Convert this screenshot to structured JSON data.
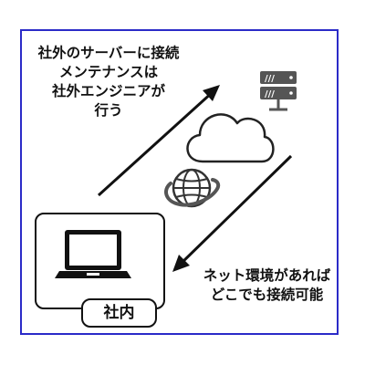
{
  "top_text": {
    "line1": "社外のサーバーに接続",
    "line2": "メンテナンスは",
    "line3": "社外エンジニアが",
    "line4": "行う"
  },
  "bottom_text": {
    "line1": "ネット環境があれば",
    "line2": "どこでも接続可能"
  },
  "pc_label": "社内",
  "server_stripes": "///",
  "colors": {
    "frame": "#2b2bc8",
    "ink": "#111111",
    "server_fill": "#555555"
  },
  "icons": [
    "laptop-icon",
    "cloud-icon",
    "globe-icon",
    "server-icon",
    "arrow-up-right",
    "arrow-down-left"
  ]
}
